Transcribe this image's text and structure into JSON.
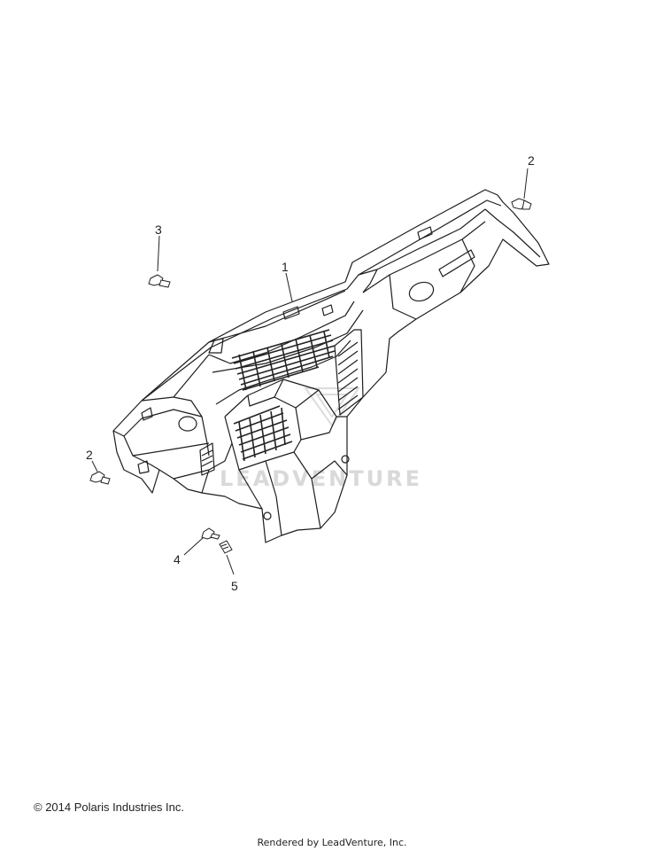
{
  "callouts": [
    {
      "id": "callout-1",
      "label": "1"
    },
    {
      "id": "callout-2-top",
      "label": "2"
    },
    {
      "id": "callout-3",
      "label": "3"
    },
    {
      "id": "callout-2-left",
      "label": "2"
    },
    {
      "id": "callout-4",
      "label": "4"
    },
    {
      "id": "callout-5",
      "label": "5"
    }
  ],
  "watermark": "LEADVENTURE",
  "copyright": "© 2014 Polaris Industries Inc.",
  "rendered_by": "Rendered by LeadVenture, Inc."
}
